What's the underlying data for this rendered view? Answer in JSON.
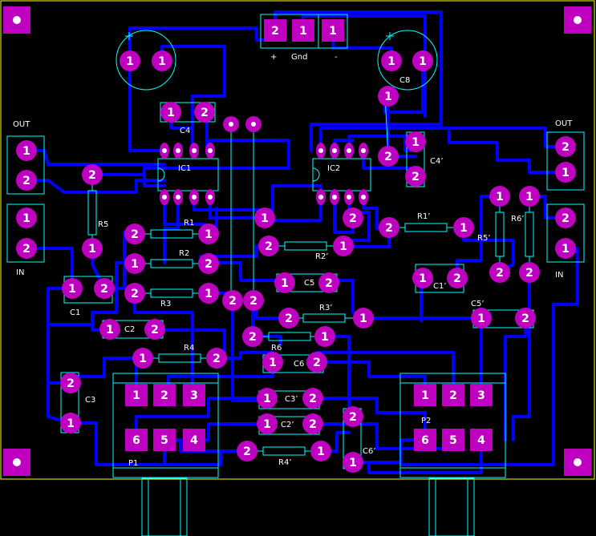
{
  "colors": {
    "background": "#000000",
    "board_outline": "#ffff00",
    "trace": "#0000ff",
    "pad": "#c000c0",
    "silkscreen": "#00ffff",
    "pad_text": "#ffffff"
  },
  "labels": {
    "out_left": "OUT",
    "in_left": "IN",
    "out_right": "OUT",
    "in_right": "IN",
    "plus": "+",
    "gnd": "Gnd",
    "minus": "-",
    "ic1": "IC1",
    "ic2": "IC2",
    "c4": "C4",
    "c4p": "C4’",
    "c8": "C8",
    "r5": "R5",
    "r1": "R1",
    "r2": "R2",
    "r3": "R3",
    "r4": "R4",
    "r6": "R6",
    "c1": "C1",
    "c2": "C2",
    "c3": "C3",
    "c5": "C5",
    "c6": "C6",
    "r1p": "R1’",
    "r2p": "R2’",
    "r3p": "R3’",
    "r4p": "R4’",
    "r5p": "R5’",
    "r6p": "R6’",
    "c1p": "C1’",
    "c2p": "C2’",
    "c3p": "C3’",
    "c5p": "C5’",
    "c6p": "C6’",
    "p1": "P1",
    "p2": "P2"
  },
  "pins": {
    "p1": "1",
    "p2": "2",
    "p3": "3",
    "p4": "4",
    "p5": "5",
    "p6": "6"
  }
}
